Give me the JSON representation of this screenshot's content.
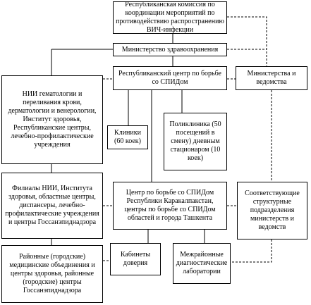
{
  "diagram": {
    "nodes": [
      {
        "id": "commission",
        "label": "Республиканская комиссия по координации мероприятий по противодействию распространению ВИЧ-инфекции"
      },
      {
        "id": "ministry_health",
        "label": "Министерство здравоохранения"
      },
      {
        "id": "republican_center",
        "label": "Республиканский центр по борьбе со СПИДом"
      },
      {
        "id": "ministries",
        "label": "Министерства и ведомства"
      },
      {
        "id": "research_institutes",
        "label": "НИИ гематологии и переливания крови, дерматологии и венерологии, Институт здоровья, Республиканские центры, лечебно-профилактические учреждения"
      },
      {
        "id": "clinics",
        "label": "Клиники (60 коек)"
      },
      {
        "id": "polyclinic",
        "label": "Поликлиника (50 посещений в смену) дневным стационаром (10 коек)"
      },
      {
        "id": "branches",
        "label": "Филиалы НИИ, Института здоровья, областные центры, диспансеры, лечебно-профилактические учреждения и центры Госсанэпиднадзора"
      },
      {
        "id": "regional_centers",
        "label": "Центр по борьбе со СПИДом Республики Каракалпакстан, центры по борьбе со СПИДом областей и города Ташкента"
      },
      {
        "id": "structural_units",
        "label": "Соответствующие структурные подразделения министерств и ведомств"
      },
      {
        "id": "district_units",
        "label": "Районные (городские) медицинские объединения и центры здоровья, районные (городские) центры Госсанэпиднадзора"
      },
      {
        "id": "trust_offices",
        "label": "Кабинеты доверия"
      },
      {
        "id": "laboratories",
        "label": "Межрайонные диагностические лаборатории"
      }
    ]
  }
}
